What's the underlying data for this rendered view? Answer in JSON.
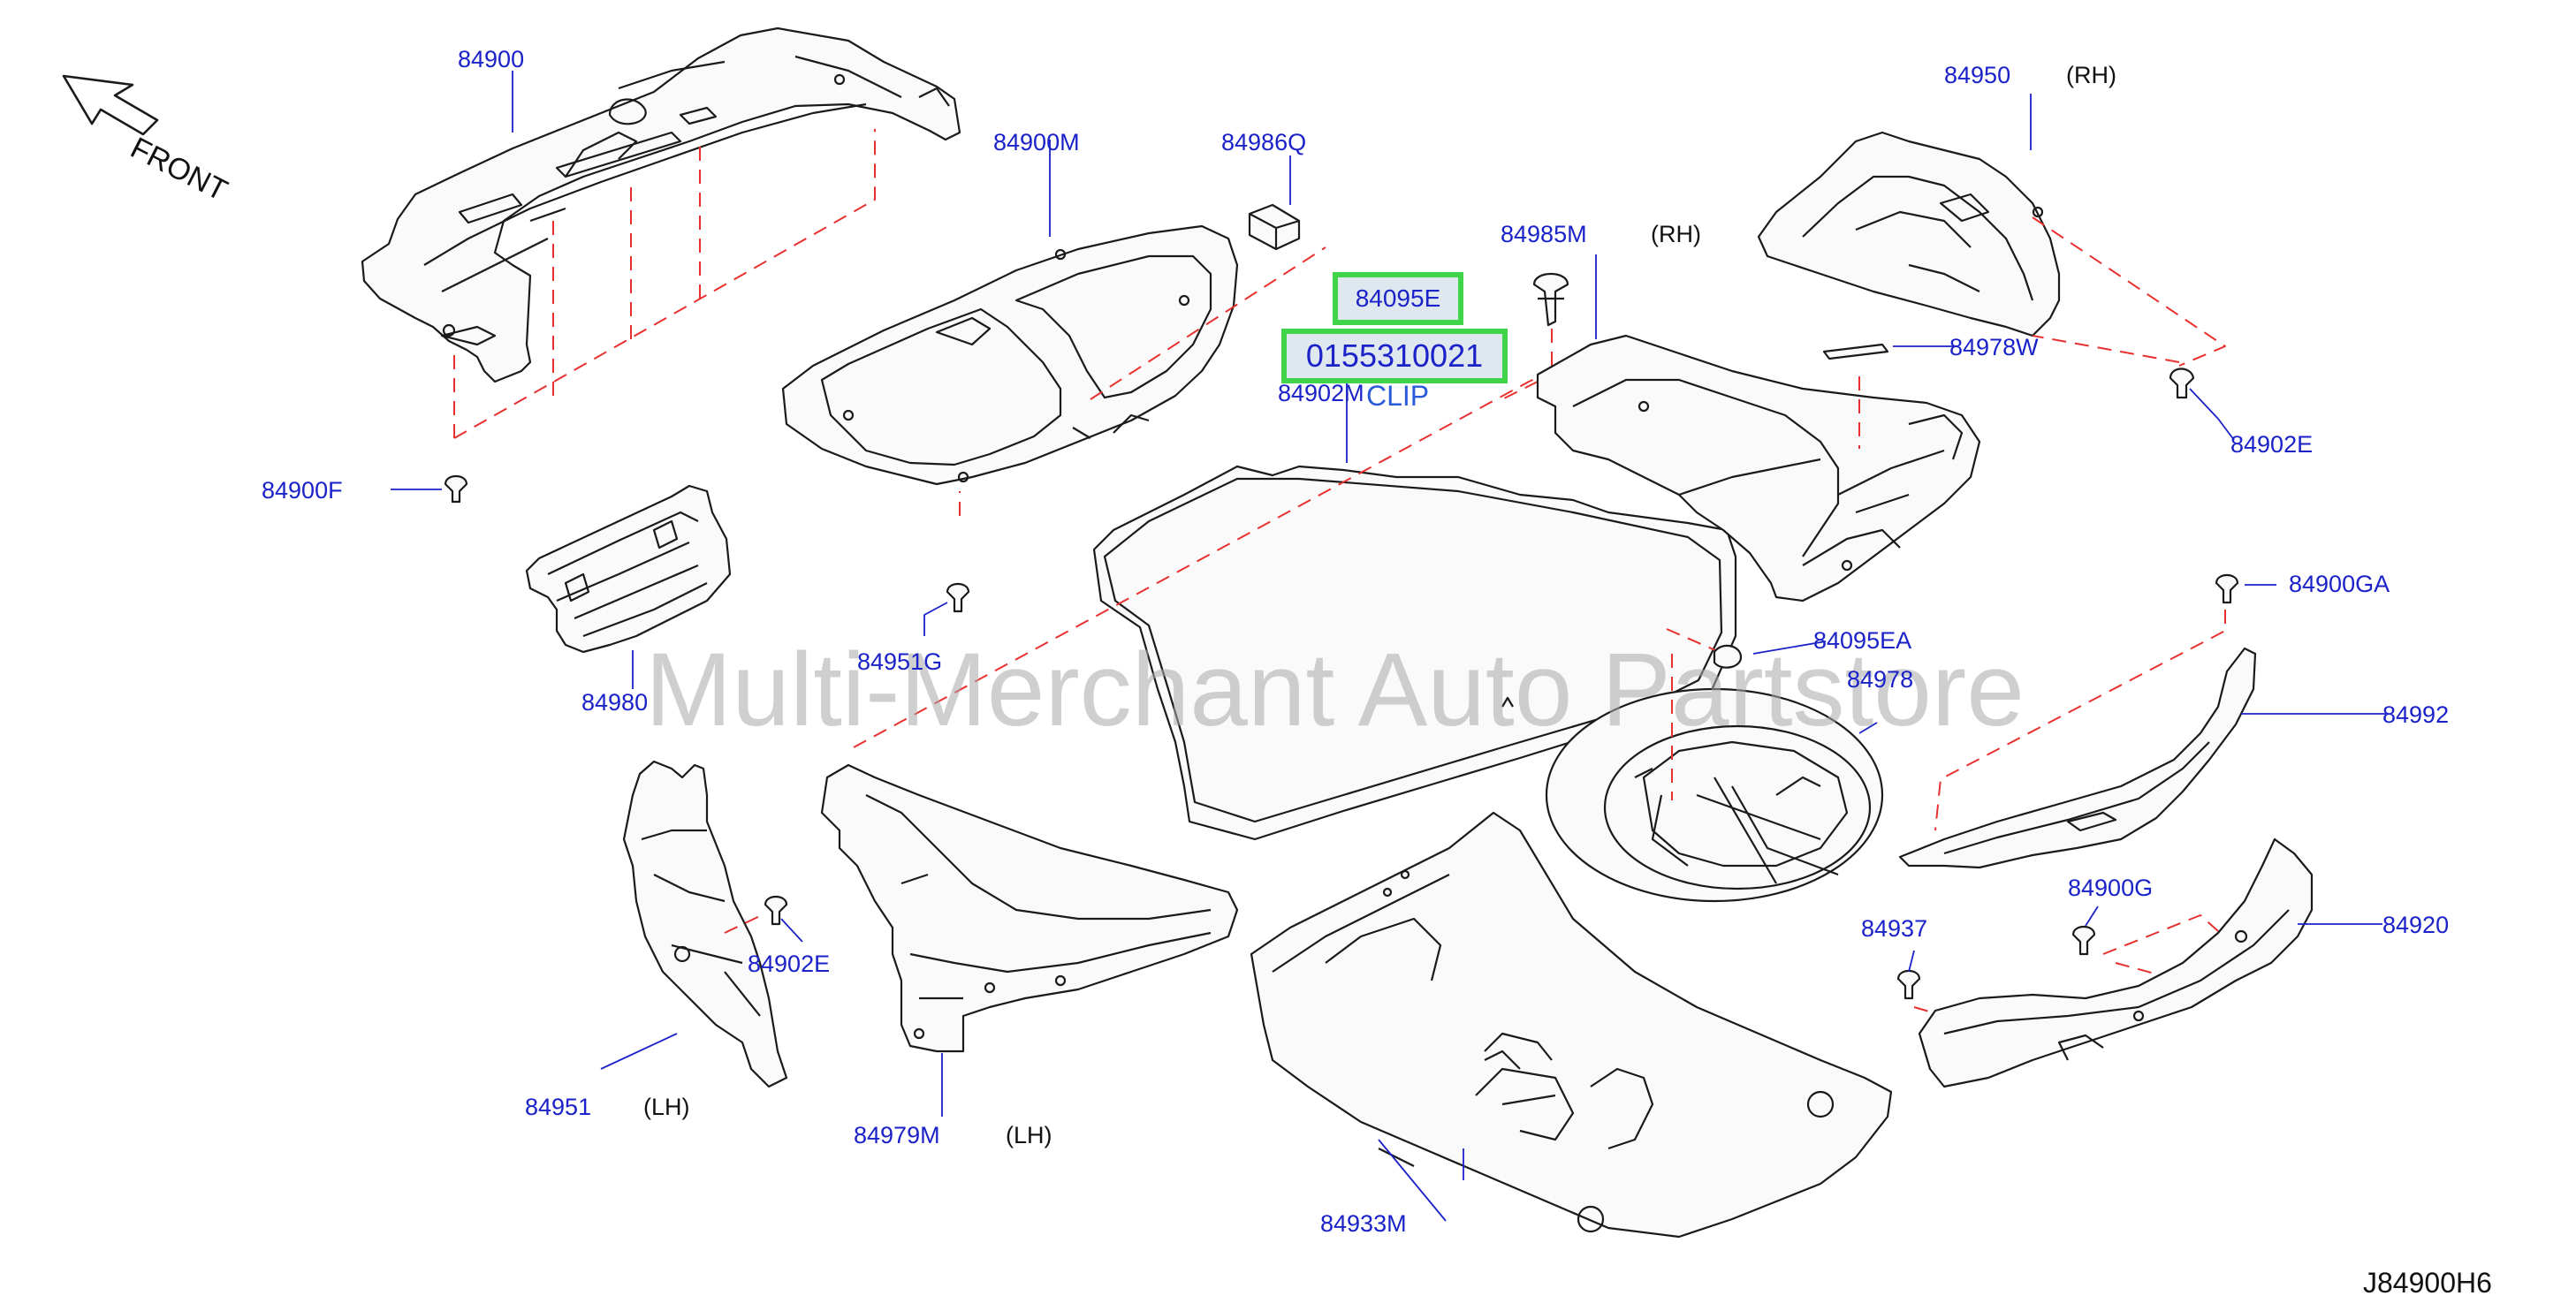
{
  "diagram": {
    "front_label": "FRONT",
    "watermark": "Multi-Merchant Auto Partstore",
    "diagram_code": "J84900H6",
    "clip_label": "CLIP",
    "highlighted": {
      "part": "84095E",
      "number": "0155310021"
    },
    "parts": {
      "p84900": "84900",
      "p84900M": "84900M",
      "p84986Q": "84986Q",
      "p84950": "84950",
      "p84985M": "84985M",
      "p84978W": "84978W",
      "p84902E_r": "84902E",
      "p84902M": "84902M",
      "p84900F": "84900F",
      "p84951G": "84951G",
      "p84980": "84980",
      "p84900GA": "84900GA",
      "p84095EA": "84095EA",
      "p84978": "84978",
      "p84992": "84992",
      "p84902E_l": "84902E",
      "p84900G": "84900G",
      "p84937": "84937",
      "p84920": "84920",
      "p84951": "84951",
      "p84979M": "84979M",
      "p84933M": "84933M"
    },
    "sides": {
      "rh_top": "(RH)",
      "rh_mid": "(RH)",
      "lh_left": "(LH)",
      "lh_mid": "(LH)"
    }
  }
}
